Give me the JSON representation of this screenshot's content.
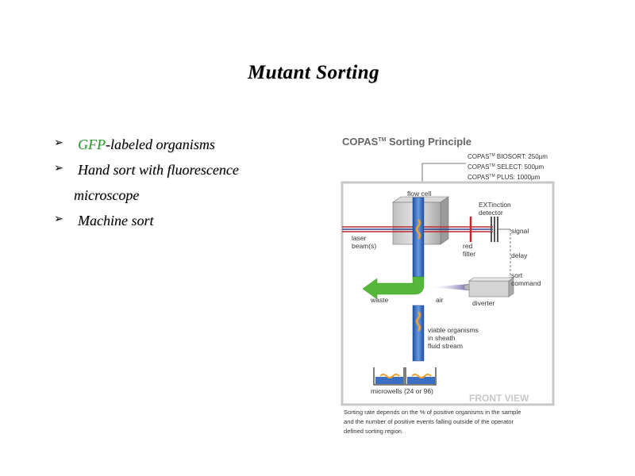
{
  "slide": {
    "title": "Mutant Sorting",
    "bullets": [
      {
        "highlight": "GFP",
        "text": "-labeled organisms"
      },
      {
        "highlight": "",
        "text": "Hand sort with fluorescence"
      },
      {
        "highlight": "",
        "text": "microscope"
      },
      {
        "highlight": "",
        "text": "Machine sort"
      }
    ],
    "bullet_icon": "arrowhead-bullet-icon",
    "highlight_color": "#2e9a2e"
  },
  "figure": {
    "heading_main": "COPAS",
    "heading_tm": "TM",
    "heading_rest": " Sorting Principle",
    "models": [
      {
        "name": "COPAS",
        "tm": "TM",
        "rest": " BIOSORT: 250µm"
      },
      {
        "name": "COPAS",
        "tm": "TM",
        "rest": " SELECT: 500µm"
      },
      {
        "name": "COPAS",
        "tm": "TM",
        "rest": " PLUS: 1000µm"
      }
    ],
    "labels": {
      "flow_cell": "flow cell",
      "ext_1": "EXTinction",
      "ext_2": "detector",
      "laser_1": "laser",
      "laser_2": "beam(s)",
      "red_filter_1": "red",
      "red_filter_2": "filter",
      "signal": "signal",
      "delay": "delay",
      "sort_1": "sort",
      "sort_2": "command",
      "waste": "waste",
      "air": "air",
      "diverter": "diverter",
      "viable_1": "viable organisms",
      "viable_2": "in sheath",
      "viable_3": "fluid stream",
      "microwells": "microwells (24 or 96)",
      "front_view": "FRONT VIEW"
    },
    "caption": [
      "Sorting rate depends on the % of positive organisms in the sample",
      "and the number of positive events falling outside of the operator",
      "defined sorting region."
    ],
    "colors": {
      "tube_blue": "#3a6fc4",
      "waste_green": "#56b83a",
      "organism_orange": "#f0a030",
      "laser_red": "#c0282c",
      "laser_blue": "#2c3f8f",
      "panel_border": "#c8c8c8"
    }
  }
}
